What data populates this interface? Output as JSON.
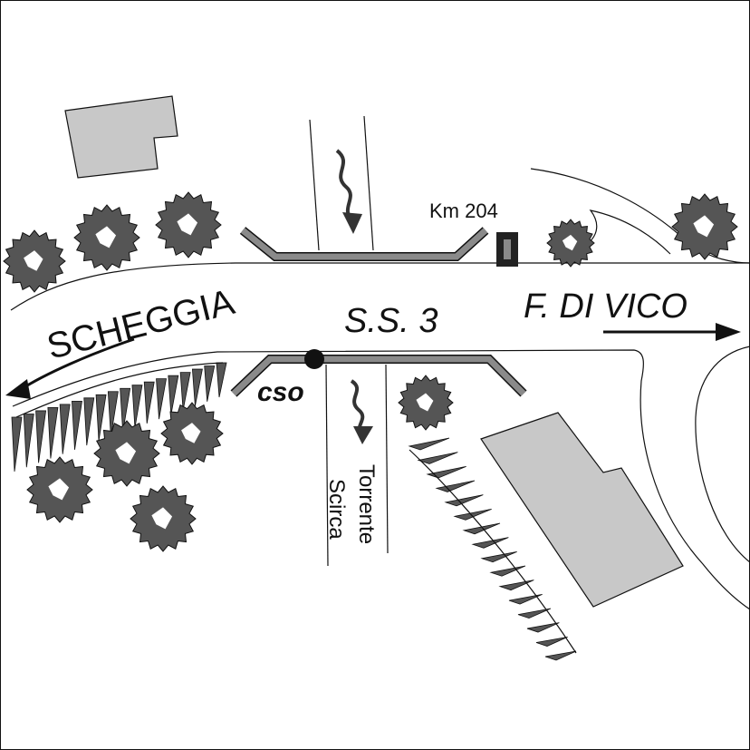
{
  "map": {
    "labels": {
      "scheggia": "SCHEGGIA",
      "road": "S.S. 3",
      "destination": "F. DI VICO",
      "km_marker": "Km 204",
      "cso": "cso",
      "stream_line1": "Torrente",
      "stream_line2": "Scirca"
    },
    "colors": {
      "building": "#c8c8c8",
      "bridge": "#8a8a8a",
      "tree": "#555555",
      "outline": "#111111",
      "background": "#ffffff"
    },
    "icons": [
      "tree-icon",
      "building-icon",
      "arrow-icon",
      "flow-arrow-icon",
      "km-marker-icon",
      "cso-point-icon",
      "slope-hatch-icon"
    ]
  }
}
